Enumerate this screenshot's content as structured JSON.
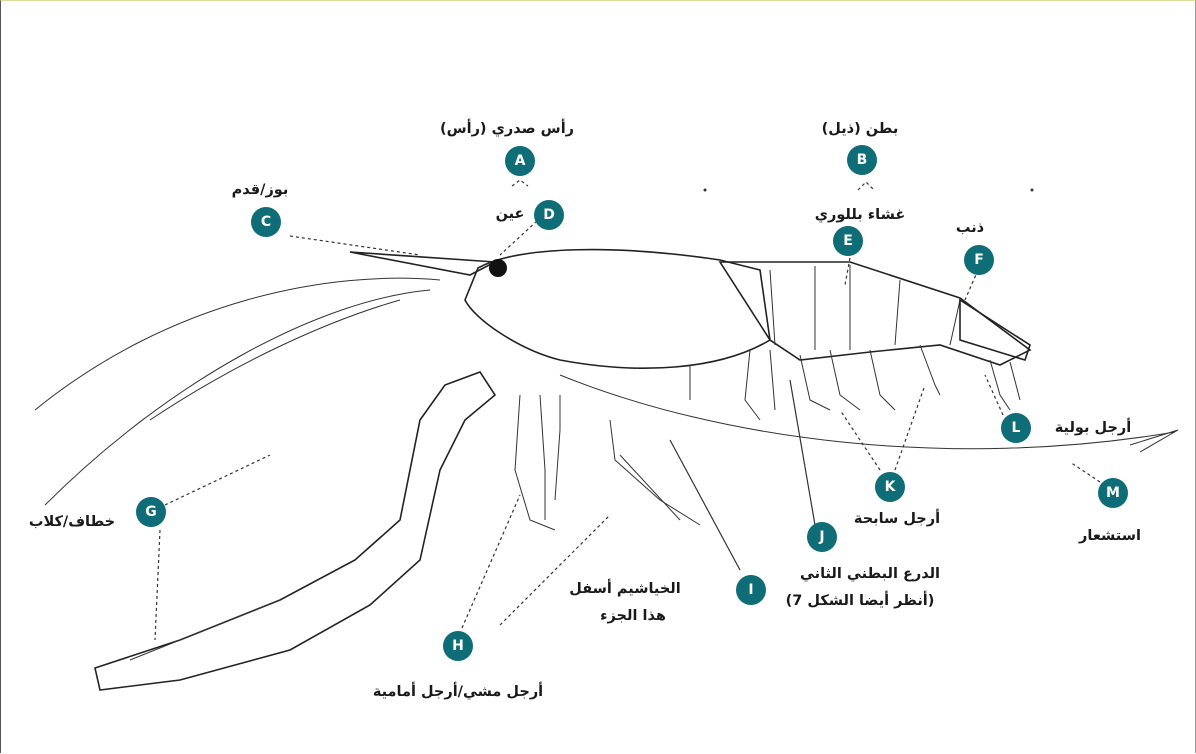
{
  "accent_color": "#0f6d78",
  "labels": {
    "A": "رأس صدري (رأس)",
    "B": "بطن (ذيل)",
    "C": "بوز/قدم",
    "D": "عين",
    "E": "غشاء بللوري",
    "F": "ذنب",
    "G": "خطاف/كلاب",
    "H": "أرجل مشي/أرجل أمامية",
    "I_line1": "الخياشيم أسفل",
    "I_line2": "هذا الجزء",
    "J_line1": "الدرع البطني الثاني",
    "J_line2": "(أنظر أيضا الشكل 7)",
    "K": "أرجل سابحة",
    "L": "أرجل بولية",
    "M": "استشعار"
  },
  "markers": [
    "A",
    "B",
    "C",
    "D",
    "E",
    "F",
    "G",
    "H",
    "I",
    "J",
    "K",
    "L",
    "M"
  ]
}
